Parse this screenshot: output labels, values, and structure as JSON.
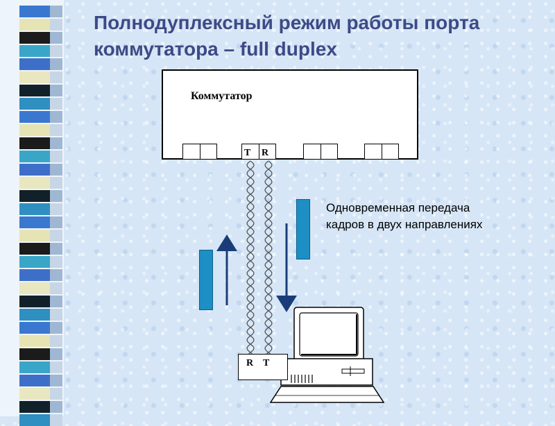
{
  "slide": {
    "title_line1": "Полнодуплексный режим работы порта",
    "title_line2": "коммутатора – full duplex"
  },
  "diagram": {
    "switch_label": "Коммутатор",
    "switch_port_tx": "T",
    "switch_port_rx": "R",
    "nic_rx": "R",
    "nic_tx": "T",
    "callout_line1": "Одновременная передача",
    "callout_line2": "кадров в двух направлениях",
    "bar_color": "#1d8fc4"
  }
}
